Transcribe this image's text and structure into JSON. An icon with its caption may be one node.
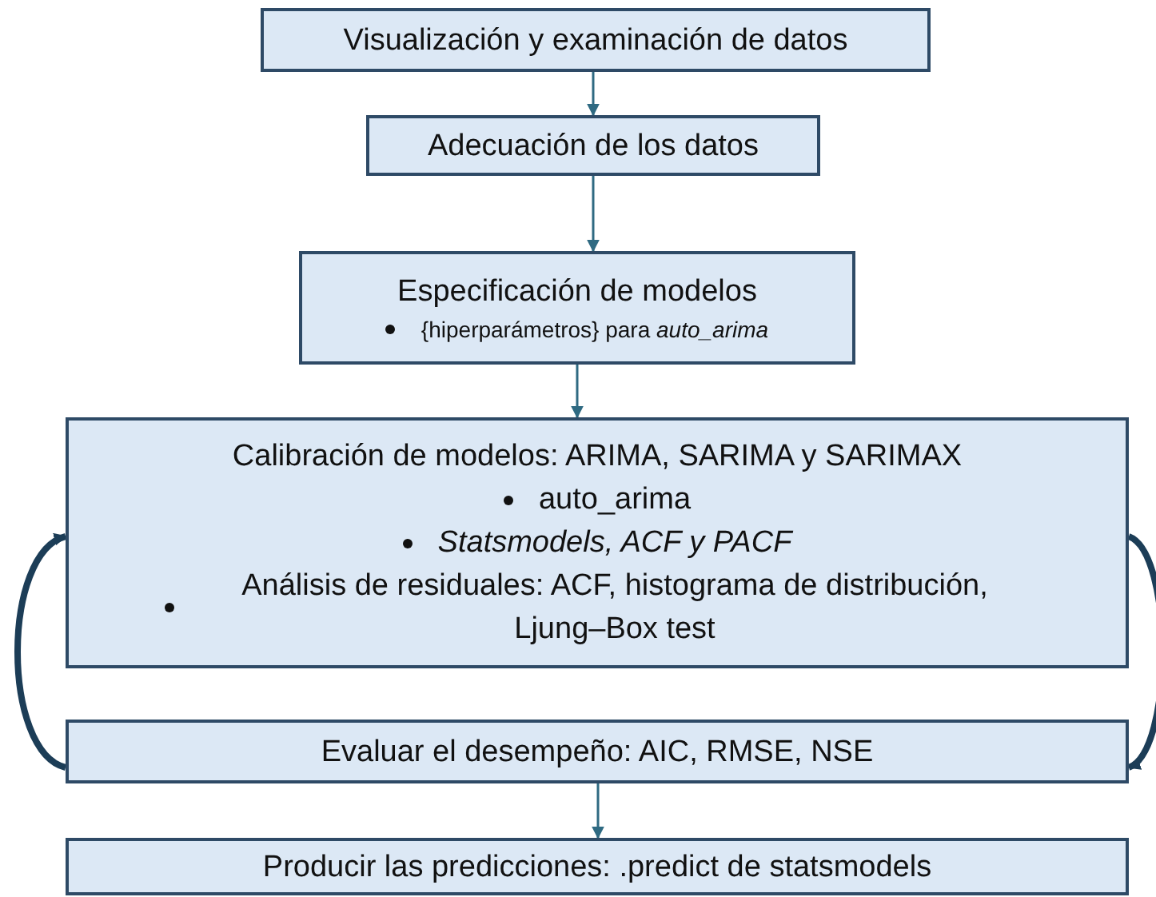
{
  "diagram": {
    "nodes": [
      {
        "text": [
          "Visualización y examinación de datos"
        ]
      },
      {
        "text": [
          "Adecuación de los datos"
        ]
      },
      {
        "text": [
          "Especificación de modelos",
          "{hiperparámetros} para *auto_arima*"
        ]
      },
      {
        "text": [
          "Calibración de modelos: ARIMA, SARIMA y SARIMAX",
          "auto_arima",
          "*Statsmodels, ACF y PACF*",
          "Análisis de residuales: ACF, histograma de distribución, Ljung–Box test"
        ]
      },
      {
        "text": [
          "Evaluar el desempeño: AIC, RMSE, NSE"
        ]
      },
      {
        "text": [
          "Producir las predicciones: .predict de statsmodels"
        ]
      }
    ],
    "edges": [
      {
        "from": 0,
        "to": 1,
        "arrow": "to"
      },
      {
        "from": 1,
        "to": 2,
        "arrow": "to"
      },
      {
        "from": 2,
        "to": 3,
        "arrow": "to"
      },
      {
        "from": 4,
        "to": 3,
        "arrow": "to",
        "style": "thick",
        "color": "#1c3d57"
      },
      {
        "from": 3,
        "to": 4,
        "arrow": "to",
        "style": "thick",
        "color": "#1c3d57"
      },
      {
        "from": 4,
        "to": 5,
        "arrow": "to"
      }
    ]
  }
}
